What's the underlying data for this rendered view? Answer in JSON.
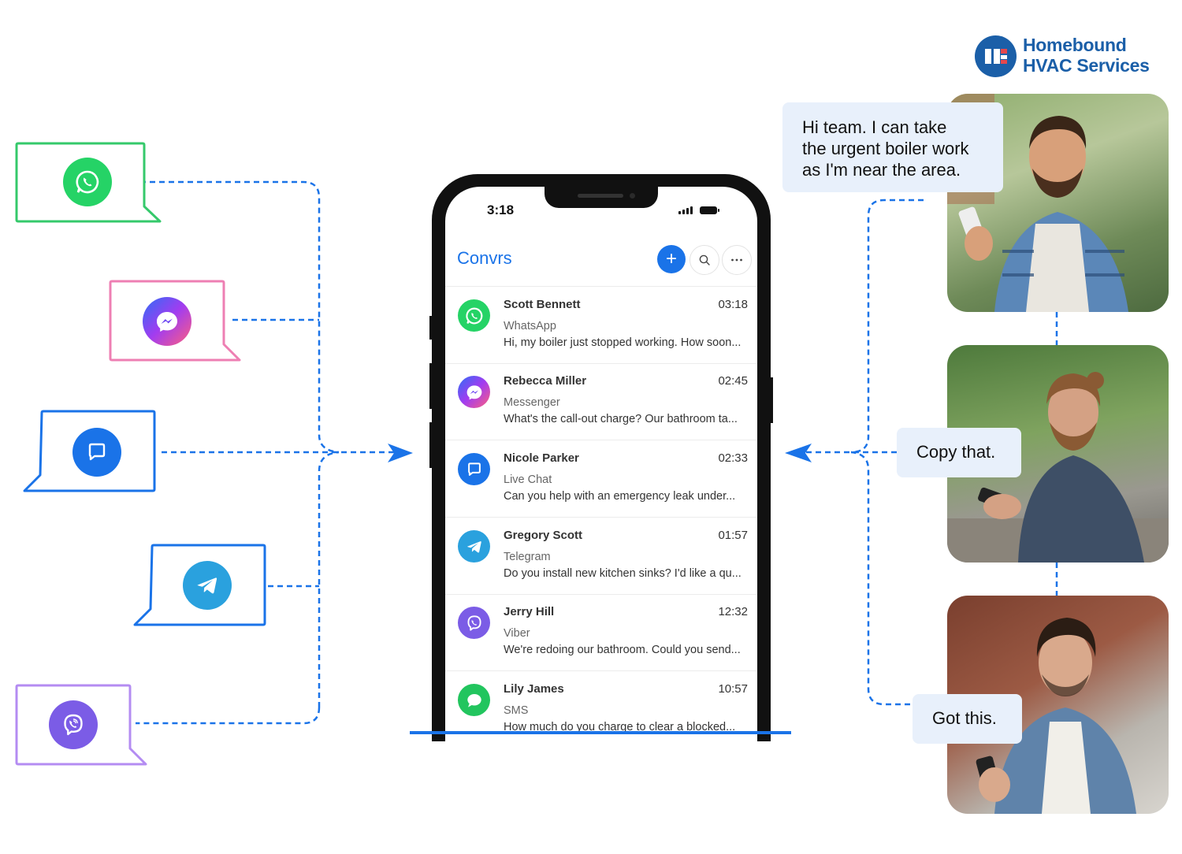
{
  "brand": {
    "name_line1": "Homebound",
    "name_line2": "HVAC Services",
    "color": "#1b5fa8"
  },
  "channels": [
    {
      "name": "WhatsApp",
      "icon": "whatsapp-icon",
      "color": "#25d366"
    },
    {
      "name": "Messenger",
      "icon": "messenger-icon",
      "color": "#ec5fa3"
    },
    {
      "name": "Live Chat",
      "icon": "live-chat-icon",
      "color": "#1a73e8"
    },
    {
      "name": "Telegram",
      "icon": "telegram-icon",
      "color": "#2aa1de"
    },
    {
      "name": "Viber",
      "icon": "viber-icon",
      "color": "#7b5ce6"
    }
  ],
  "phone": {
    "status_time": "3:18",
    "app_title": "Convrs",
    "add_label": "+",
    "conversations": [
      {
        "name": "Scott Bennett",
        "time": "03:18",
        "channel": "WhatsApp",
        "preview": "Hi, my boiler just stopped working. How soon...",
        "icon": "whatsapp-icon",
        "color": "#25d366"
      },
      {
        "name": "Rebecca Miller",
        "time": "02:45",
        "channel": "Messenger",
        "preview": "What's the call-out charge? Our bathroom ta...",
        "icon": "messenger-icon",
        "color": "#a259ff"
      },
      {
        "name": "Nicole Parker",
        "time": "02:33",
        "channel": "Live Chat",
        "preview": "Can you help with an emergency leak under...",
        "icon": "live-chat-icon",
        "color": "#1a73e8"
      },
      {
        "name": "Gregory Scott",
        "time": "01:57",
        "channel": "Telegram",
        "preview": "Do you install new kitchen sinks? I'd like a qu...",
        "icon": "telegram-icon",
        "color": "#2aa1de"
      },
      {
        "name": "Jerry Hill",
        "time": "12:32",
        "channel": "Viber",
        "preview": "We're redoing our bathroom. Could you send...",
        "icon": "viber-icon",
        "color": "#7b5ce6"
      },
      {
        "name": "Lily James",
        "time": "10:57",
        "channel": "SMS",
        "preview": "How much do you charge to clear a blocked...",
        "icon": "sms-icon",
        "color": "#22c55e"
      }
    ]
  },
  "team_replies": [
    {
      "text": "Hi team. I can take the urgent boiler work as I'm near the area.",
      "lines": [
        "Hi team. I can take",
        "the urgent boiler work",
        "as I'm near the area."
      ]
    },
    {
      "text": "Copy that."
    },
    {
      "text": "Got this."
    }
  ],
  "accent": "#1a73e8"
}
